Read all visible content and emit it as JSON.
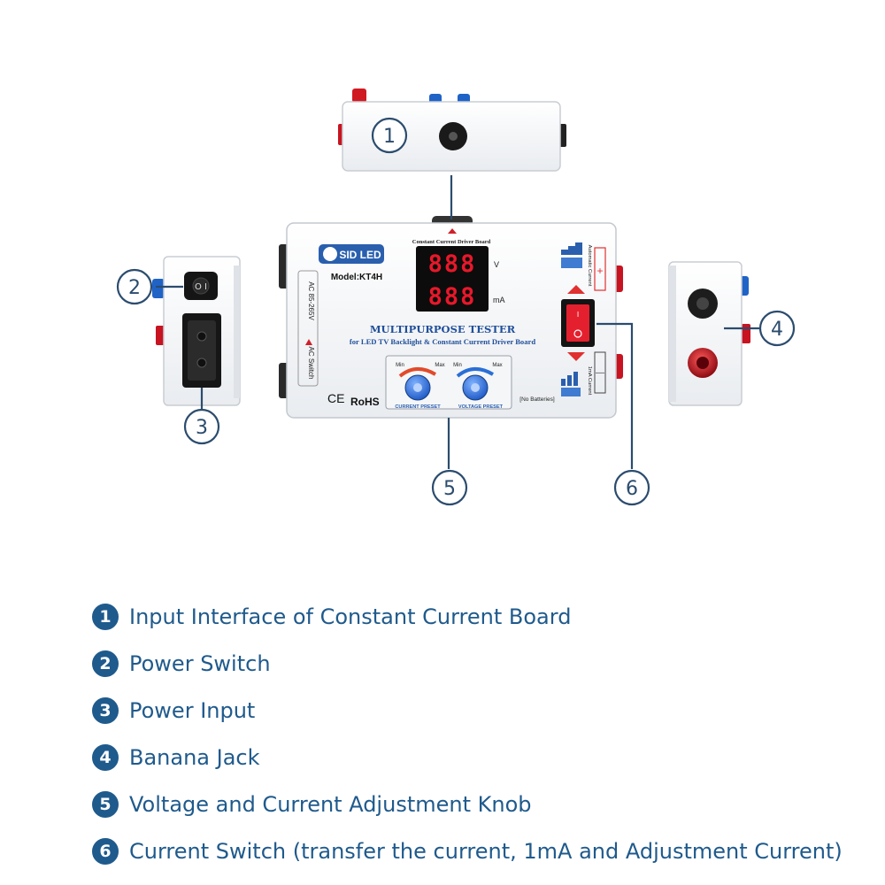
{
  "callouts": [
    "1",
    "2",
    "3",
    "4",
    "5",
    "6"
  ],
  "device": {
    "brand": "SID LED",
    "model": "Model:KT4H",
    "board_caption": "Constant Current Driver Board",
    "display_top": "888",
    "display_bottom": "888",
    "unit_top": "V",
    "unit_bottom": "mA",
    "title": "MULTIPURPOSE TESTER",
    "subtitle": "for LED TV Backlight & Constant Current Driver Board",
    "ac_range": "AC 85-265V",
    "ac_switch": "AC Switch",
    "knob_min": "Min",
    "knob_max": "Max",
    "current_preset": "CURRENT PRESET",
    "voltage_preset": "VOLTAGE PRESET",
    "no_batteries": "[No Batteries]",
    "automatic_current": "Automatic Current",
    "one_ma_current": "1mA Current",
    "ce": "CE",
    "rohs": "RoHS"
  },
  "legend": [
    {
      "num": "1",
      "text": "Input Interface of Constant Current Board"
    },
    {
      "num": "2",
      "text": "Power Switch"
    },
    {
      "num": "3",
      "text": "Power Input"
    },
    {
      "num": "4",
      "text": "Banana Jack"
    },
    {
      "num": "5",
      "text": "Voltage and Current Adjustment Knob"
    },
    {
      "num": "6",
      "text": "Current Switch (transfer the current, 1mA and Adjustment  Current)"
    }
  ],
  "colors": {
    "accent": "#1f5a8c",
    "line": "#2b4c6e",
    "display_red": "#e8182a",
    "rocker_red": "#e5202e",
    "knob_blue": "#2a6fd6",
    "jack_red": "#c8101e"
  }
}
